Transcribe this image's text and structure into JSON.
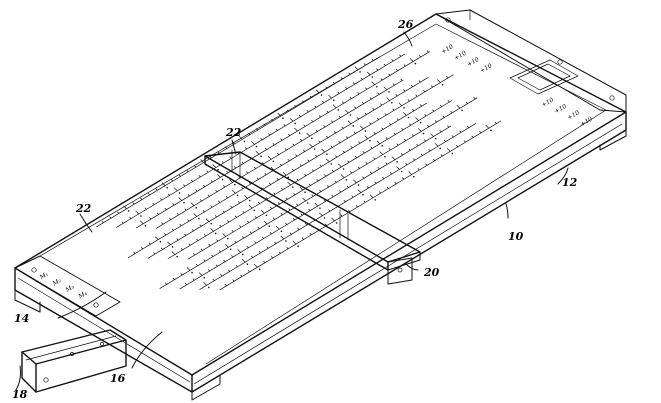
{
  "labels": {
    "rule_26": "26",
    "cursor_22_top": "22",
    "edge_22_left": "22",
    "top_plate_12": "12",
    "base_10": "10",
    "clamp_20": "20",
    "handle_18": "18",
    "rail_16": "16",
    "board_14": "14"
  },
  "scale_legends": {
    "left_end": [
      "M₁",
      "M₂",
      "M₃",
      "M₄"
    ],
    "top_right": [
      "+10",
      "+10",
      "+10",
      "+10"
    ],
    "right_end": [
      "+10",
      "+10",
      "+10",
      "+10"
    ]
  }
}
